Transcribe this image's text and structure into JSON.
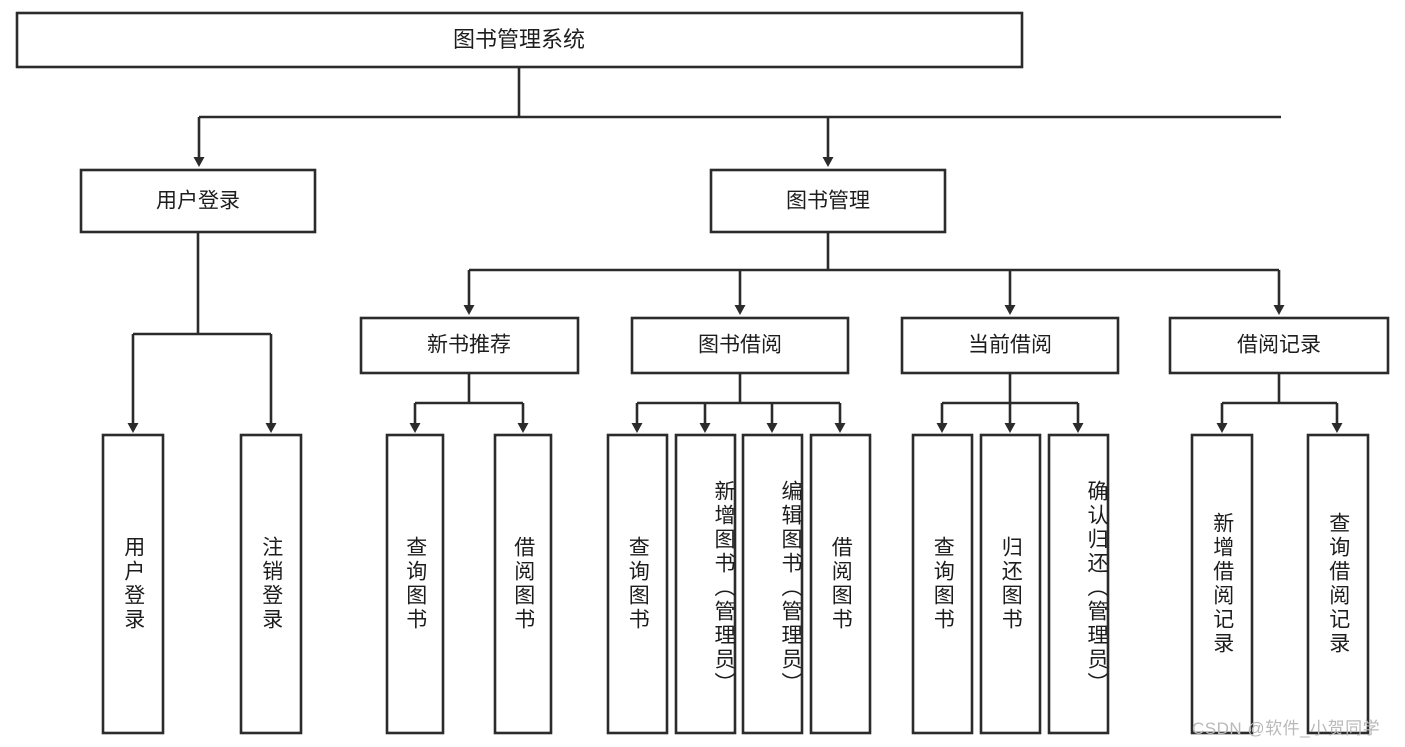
{
  "diagram": {
    "title": "图书管理系统",
    "type": "hierarchy-tree",
    "orientation": "top-down",
    "levels": 4
  },
  "root": {
    "label": "图书管理系统"
  },
  "level2": [
    {
      "label": "用户登录"
    },
    {
      "label": "图书管理"
    }
  ],
  "level3": [
    {
      "label": "新书推荐"
    },
    {
      "label": "图书借阅"
    },
    {
      "label": "当前借阅"
    },
    {
      "label": "借阅记录"
    }
  ],
  "leaves": {
    "user_login": [
      {
        "label": "用户登录"
      },
      {
        "label": "注销登录"
      }
    ],
    "new_book_recommend": [
      {
        "label": "查询图书"
      },
      {
        "label": "借阅图书"
      }
    ],
    "book_borrow": [
      {
        "label": "查询图书"
      },
      {
        "label": "新增图书（管理员）"
      },
      {
        "label": "编辑图书（管理员）"
      },
      {
        "label": "借阅图书"
      }
    ],
    "current_borrow": [
      {
        "label": "查询图书"
      },
      {
        "label": "归还图书"
      },
      {
        "label": "确认归还（管理员）"
      }
    ],
    "borrow_record": [
      {
        "label": "新增借阅记录"
      },
      {
        "label": "查询借阅记录"
      }
    ]
  },
  "watermark": {
    "text": "CSDN @软件_小贺同学"
  },
  "colors": {
    "stroke": "#2b2b2b",
    "fill": "#ffffff",
    "text": "#1d1d1d",
    "watermark": "#b9b9b9"
  }
}
